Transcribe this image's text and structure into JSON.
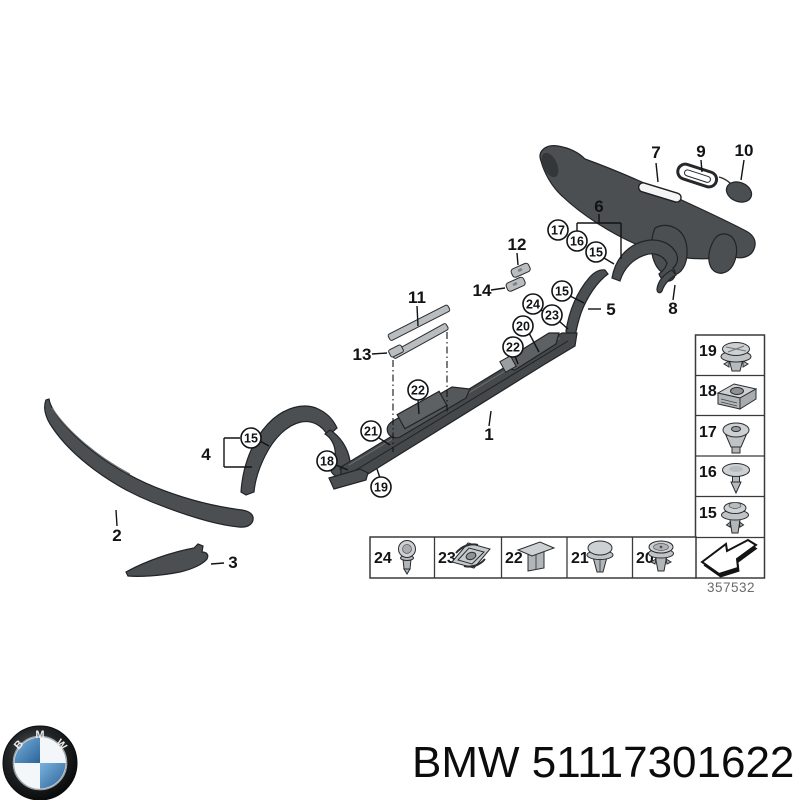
{
  "diagram": {
    "drawing_number": "357532",
    "part_labels": {
      "n1": "1",
      "n2": "2",
      "n3": "3",
      "n4": "4",
      "n5": "5",
      "n6": "6",
      "n7": "7",
      "n8": "8",
      "n9": "9",
      "n10": "10",
      "n11": "11",
      "n12": "12",
      "n13": "13",
      "n14": "14",
      "n15": "15",
      "n16": "16",
      "n17": "17",
      "n18": "18",
      "n19": "19",
      "n20": "20",
      "n21": "21",
      "n22": "22",
      "n23": "23",
      "n24": "24"
    }
  },
  "right_panel": {
    "rows": [
      {
        "label": "19",
        "icon": "flange-rivet-screw"
      },
      {
        "label": "18",
        "icon": "cage-nut"
      },
      {
        "label": "17",
        "icon": "push-clip"
      },
      {
        "label": "16",
        "icon": "spreader-clip"
      },
      {
        "label": "15",
        "icon": "expanding-grommet"
      }
    ],
    "arrow_icon": "direction-arrow"
  },
  "bottom_panel": {
    "cells": [
      {
        "label": "24",
        "icon": "pan-head-screw"
      },
      {
        "label": "23",
        "icon": "cage-nut-clip"
      },
      {
        "label": "22",
        "icon": "expansion-plug"
      },
      {
        "label": "21",
        "icon": "push-rivet"
      },
      {
        "label": "20",
        "icon": "washer-rivet"
      }
    ]
  },
  "footer": {
    "brand": "BMW",
    "part_number": "51117301622",
    "display": "BMW 51117301622",
    "logo_letters": [
      "B",
      "M",
      "W"
    ]
  },
  "colors": {
    "part_fill": "#4b4f52",
    "outline": "#212426",
    "hardware_fill": "#c9cdcf",
    "logo_blue": "#3d80bc",
    "drawing_number_color": "#6a6a6a"
  }
}
